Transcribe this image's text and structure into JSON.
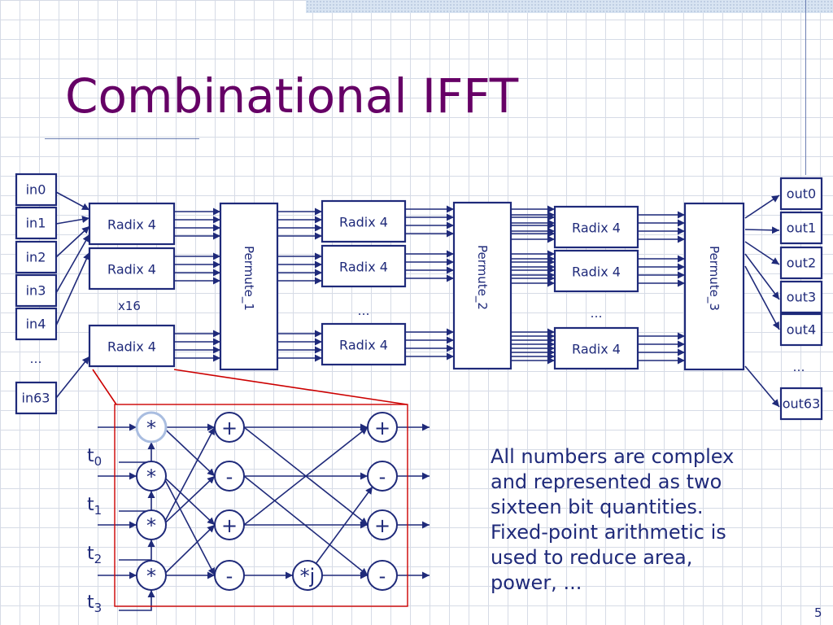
{
  "slide": {
    "title": "Combinational IFFT",
    "page_number": "5",
    "note_lines": [
      "All numbers are complex",
      "and represented as two",
      "sixteen bit quantities.",
      "Fixed-point arithmetic is",
      "used to reduce area,",
      "power, ..."
    ]
  },
  "diagram": {
    "inputs": [
      "in0",
      "in1",
      "in2",
      "in3",
      "in4",
      "…",
      "in63"
    ],
    "outputs": [
      "out0",
      "out1",
      "out2",
      "out3",
      "out4",
      "…",
      "out63"
    ],
    "radix_label": "Radix 4",
    "radix_repeat_label": "x16",
    "ellipsis": "…",
    "permute_labels": [
      "Permute_1",
      "Permute_2",
      "Permute_3"
    ],
    "detail": {
      "multiplier_symbol": "*",
      "adder_symbol": "+",
      "subtractor_symbol": "-",
      "twiddle_symbol": "*j",
      "twiddle_prefix": "t",
      "twiddle_indices": [
        "0",
        "1",
        "2",
        "3"
      ]
    },
    "colors": {
      "title": "#660066",
      "ink": "#1f2a7a",
      "highlight": "#cc0000",
      "faded_node": "#a9bde0"
    }
  }
}
